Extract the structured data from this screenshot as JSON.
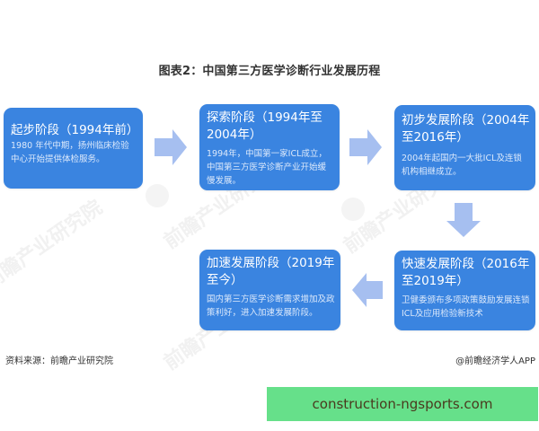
{
  "title": "图表2：中国第三方医学诊断行业发展历程",
  "stages": [
    {
      "heading": "起步阶段（1994年前）",
      "body": "1980 年代中期，扬州临床检验中心开始提供体检服务。"
    },
    {
      "heading": "探索阶段（1994年至2004年）",
      "body": "1994年，中国第一家ICL成立，中国第三方医学诊断产业开始缓慢发展。"
    },
    {
      "heading": "初步发展阶段（2004年至2016年）",
      "body": "2004年起国内一大批ICL及连锁机构相继成立。"
    },
    {
      "heading": "快速发展阶段（2016年至2019年）",
      "body": "卫健委颁布多项政策鼓励发展连锁ICL及应用检验新技术"
    },
    {
      "heading": "加速发展阶段（2019年至今）",
      "body": "国内第三方医学诊断需求增加及政策利好，进入加速发展阶段。"
    }
  ],
  "arrows": [
    {
      "direction": "right",
      "icon": "arrow-right-icon"
    },
    {
      "direction": "right",
      "icon": "arrow-right-icon"
    },
    {
      "direction": "down",
      "icon": "arrow-down-icon"
    },
    {
      "direction": "left",
      "icon": "arrow-left-icon"
    }
  ],
  "colors": {
    "box": "#3a84e0",
    "arrow": "#a6bff0",
    "banner": "#66e08a"
  },
  "watermark": "前瞻产业研究院",
  "footer": {
    "source": "资料来源：前瞻产业研究院",
    "credit": "@前瞻经济学人APP"
  },
  "banner": {
    "text": "construction-ngsports.com"
  }
}
